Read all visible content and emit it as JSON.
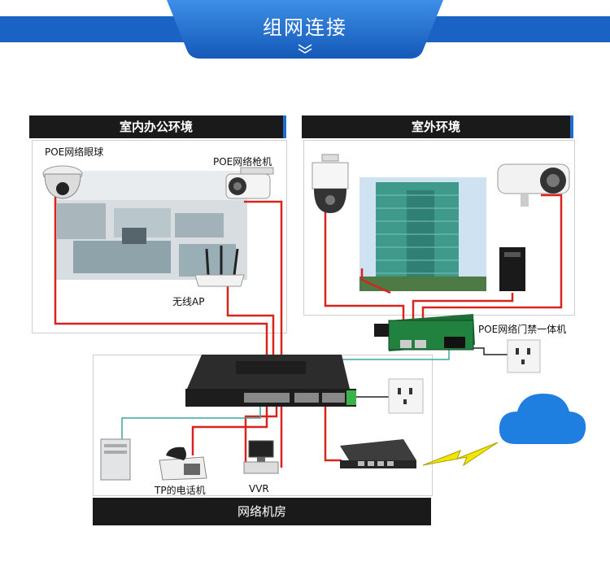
{
  "header": {
    "title": "组网连接",
    "chevron_icon": "double-chevron-down-icon"
  },
  "sections": {
    "indoor": "室内办公环境",
    "outdoor": "室外环境",
    "machine_room": "网络机房"
  },
  "labels": {
    "poe_dome": "POE网络眼球",
    "poe_bullet": "POE网络枪机",
    "wireless_ap": "无线AP",
    "access_control": "POE网络门禁一体机",
    "tp_phone": "TP的电话机",
    "vvr": "VVR"
  },
  "colors": {
    "banner": "#1e6fd0",
    "cable_red": "#d9231d",
    "cable_teal": "#3aa7a0",
    "cloud": "#1f7fe0",
    "lightning": "#f2e600"
  }
}
